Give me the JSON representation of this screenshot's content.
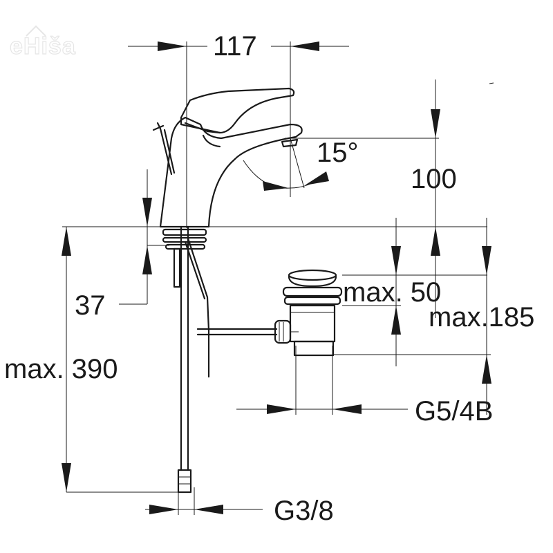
{
  "watermark": "eHiša",
  "dimensions": {
    "top_width": "117",
    "angle": "15°",
    "spout_height": "100",
    "deck_thickness": "37",
    "waste_stroke": "max. 50",
    "waste_height": "max.185",
    "hose_length": "max. 390",
    "waste_thread": "G5/4B",
    "hose_thread": "G3/8"
  },
  "colors": {
    "line": "#1a1a1a",
    "background": "#ffffff"
  }
}
